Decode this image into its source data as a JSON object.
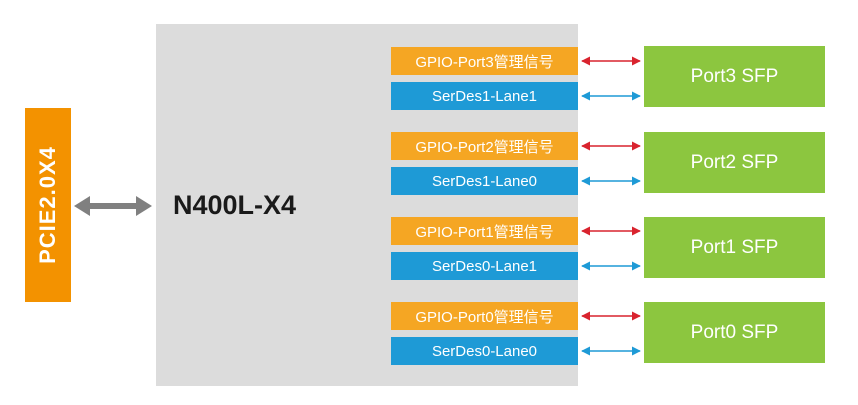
{
  "pcie": {
    "label": "PCIE2.0X4"
  },
  "chip": {
    "label": "N400L-X4"
  },
  "ports": [
    {
      "gpio": "GPIO-Port3管理信号",
      "serdes": "SerDes1-Lane1",
      "sfp": "Port3 SFP"
    },
    {
      "gpio": "GPIO-Port2管理信号",
      "serdes": "SerDes1-Lane0",
      "sfp": "Port2 SFP"
    },
    {
      "gpio": "GPIO-Port1管理信号",
      "serdes": "SerDes0-Lane1",
      "sfp": "Port1 SFP"
    },
    {
      "gpio": "GPIO-Port0管理信号",
      "serdes": "SerDes0-Lane0",
      "sfp": "Port0 SFP"
    }
  ],
  "colors": {
    "pcie": "#f39200",
    "chip": "#dcdcdc",
    "gpio": "#f5a623",
    "serdes": "#1e9ad6",
    "sfp": "#8cc63f",
    "gpio_arrow": "#d9232e",
    "serdes_arrow": "#1e9ad6",
    "bus_arrow": "#808080"
  }
}
